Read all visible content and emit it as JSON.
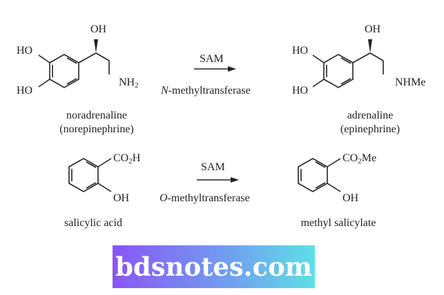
{
  "reactions": [
    {
      "reactant": {
        "name": "noradrenaline",
        "alt_name": "(norepinephrine)",
        "groups": {
          "oh_top": "OH",
          "ho_1": "HO",
          "ho_2": "HO",
          "amine": "NH",
          "amine_sub": "2"
        }
      },
      "arrow": {
        "above": "SAM",
        "below_italic": "N",
        "below_rest": "-methyltransferase"
      },
      "product": {
        "name": "adrenaline",
        "alt_name": "(epinephrine)",
        "groups": {
          "oh_top": "OH",
          "ho_1": "HO",
          "ho_2": "HO",
          "amine": "NHMe"
        }
      }
    },
    {
      "reactant": {
        "name": "salicylic acid",
        "groups": {
          "acid_a": "CO",
          "acid_sub": "2",
          "acid_b": "H",
          "oh": "OH"
        }
      },
      "arrow": {
        "above": "SAM",
        "below_italic": "O",
        "below_rest": "-methyltransferase"
      },
      "product": {
        "name": "methyl salicylate",
        "groups": {
          "ester_a": "CO",
          "ester_sub": "2",
          "ester_b": "Me",
          "oh": "OH"
        }
      }
    }
  ],
  "watermark": {
    "text": "bdsnotes.com",
    "gradient_start": "#8a55f7",
    "gradient_end": "#5ee0e6"
  }
}
